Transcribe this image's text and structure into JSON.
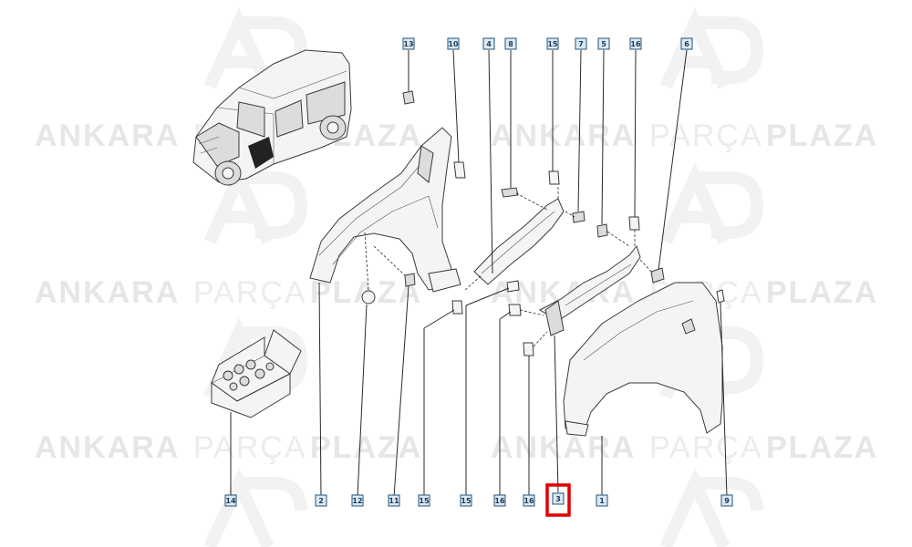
{
  "watermark": {
    "word_strong": "ANKARA",
    "word_light": "PARÇA",
    "word_brand": "PLAZA",
    "logo_letters": "AP"
  },
  "top_labels": [
    "13",
    "10",
    "4",
    "8",
    "15",
    "7",
    "5",
    "16",
    "6"
  ],
  "bottom_labels": [
    "14",
    "2",
    "12",
    "11",
    "15",
    "15",
    "16",
    "16",
    "3",
    "1",
    "9"
  ],
  "highlighted_label": "3",
  "colors": {
    "highlight": "#e00000",
    "callout_fill": "#dce9f5",
    "callout_border": "#23527a"
  }
}
